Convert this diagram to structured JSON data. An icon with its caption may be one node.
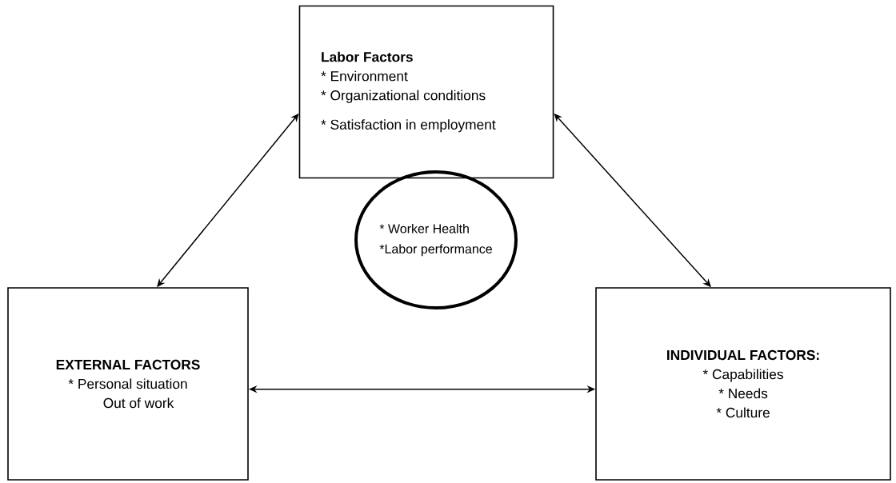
{
  "diagram": {
    "nodes": [
      {
        "text": [
          "Labor Factors",
          "* Environment",
          "* Organizational conditions",
          "* Satisfaction in employment"
        ]
      },
      {
        "text": [
          "* Worker Health",
          "*Labor performance"
        ]
      },
      {
        "text": [
          "EXTERNAL FACTORS",
          "* Personal situation",
          "Out of work"
        ]
      },
      {
        "text": [
          "INDIVIDUAL FACTORS:",
          "* Capabilities",
          "* Needs",
          "* Culture"
        ]
      }
    ],
    "edges": [
      {
        "from": 0,
        "to": 2,
        "arrow": "both"
      },
      {
        "from": 0,
        "to": 3,
        "arrow": "both"
      },
      {
        "from": 2,
        "to": 3,
        "arrow": "both"
      }
    ]
  }
}
